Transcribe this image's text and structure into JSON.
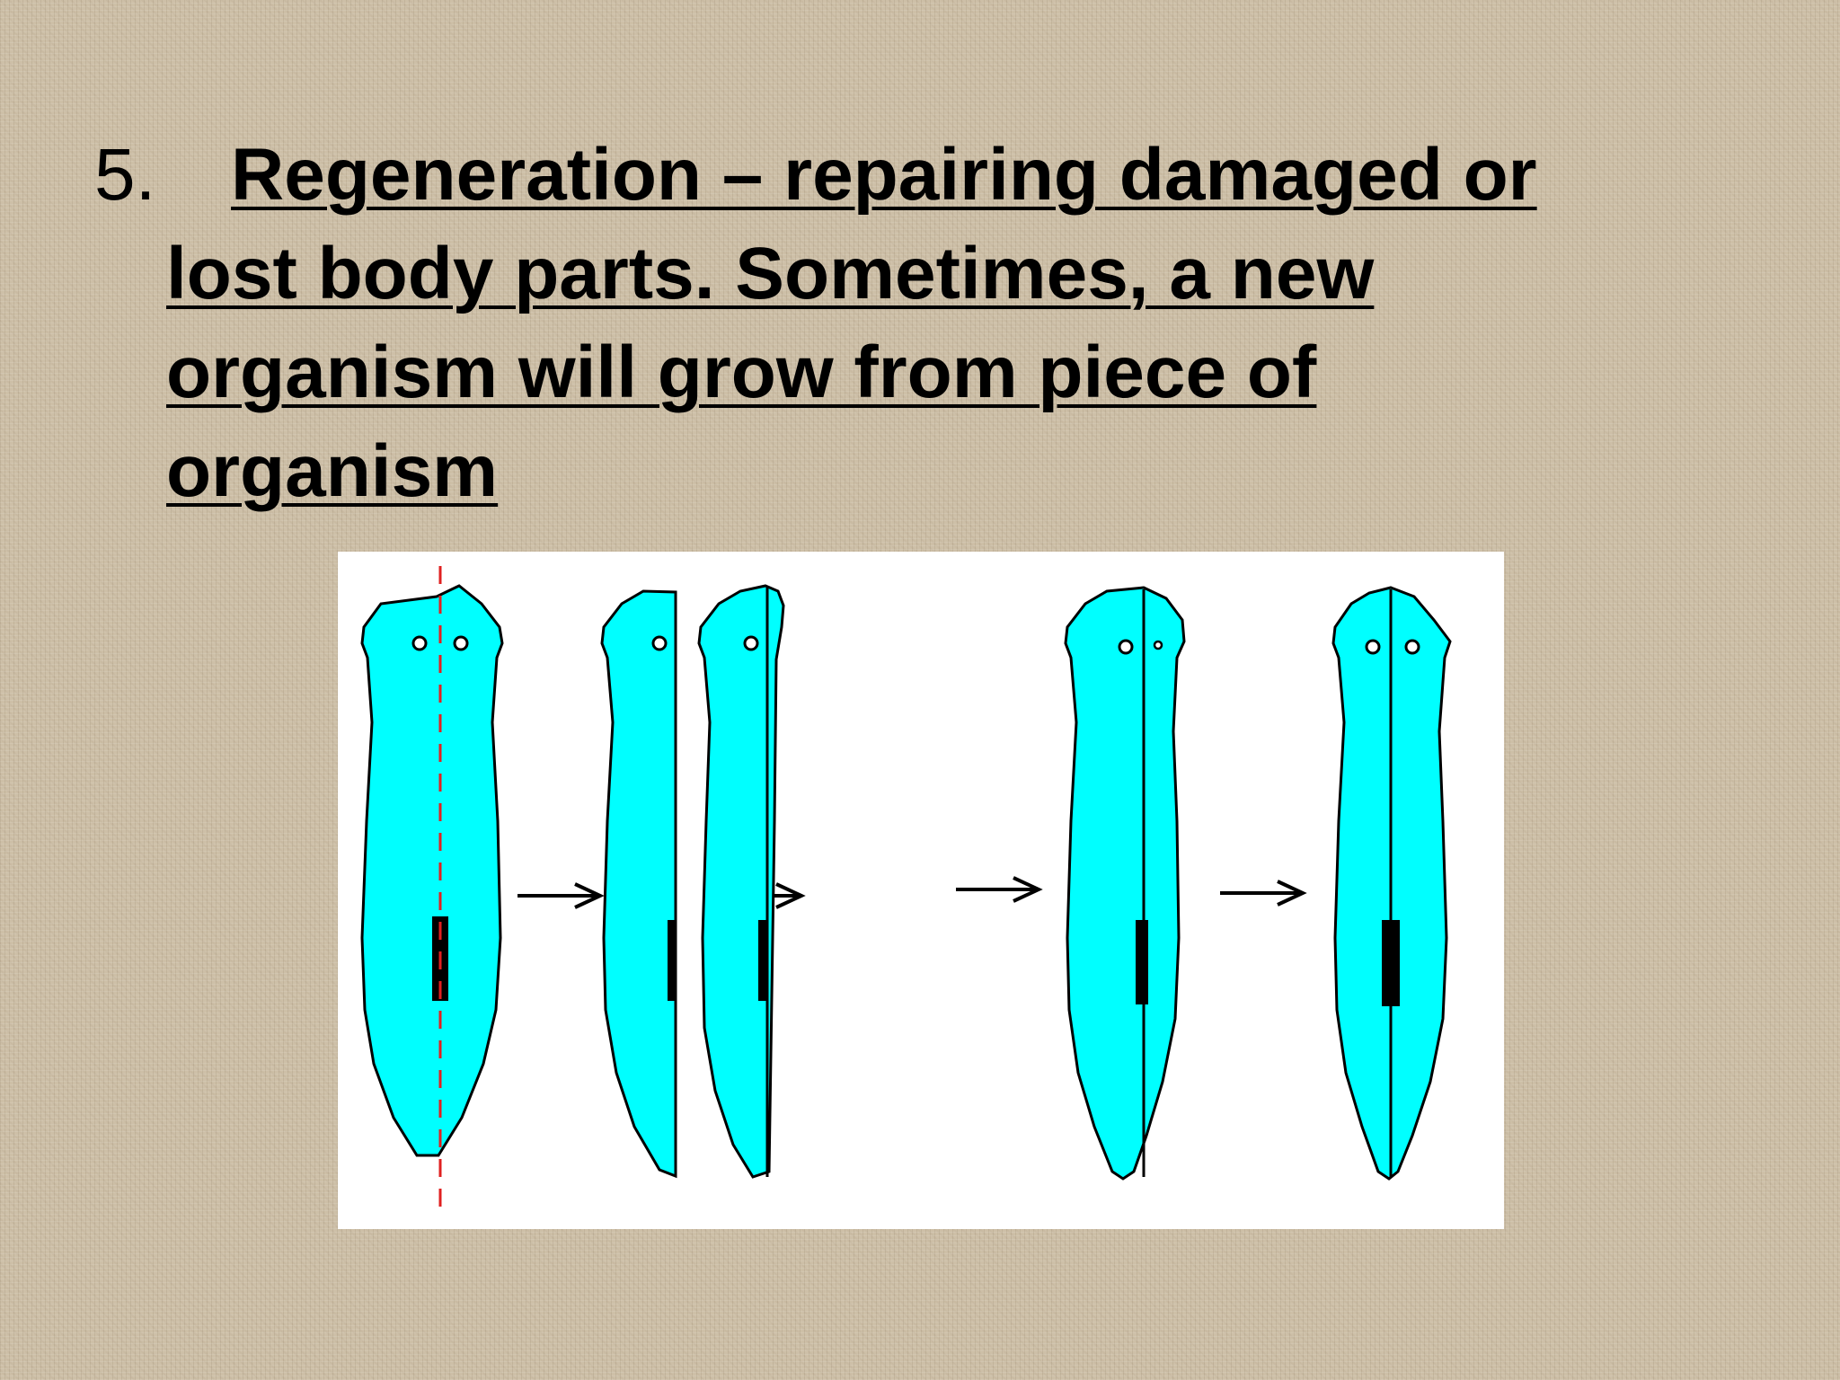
{
  "slide": {
    "bullet_number": "5.",
    "lines": [
      "Regeneration – repairing damaged or",
      "lost body parts.  Sometimes, a new",
      "organism will grow from piece of",
      "organism"
    ]
  },
  "figure": {
    "stages": 5,
    "arrows": 4,
    "colors": {
      "body_fill": "#00ffff",
      "outline": "#000000",
      "cut_line": "#e02020",
      "figure_background": "#ffffff"
    }
  }
}
